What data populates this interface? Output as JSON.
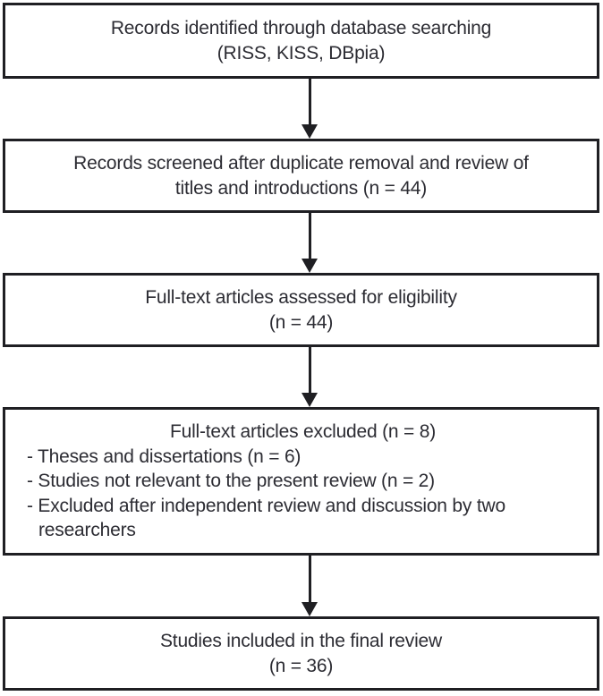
{
  "diagram": {
    "kind": "study-selection-flowchart",
    "colors": {
      "background": "#ffffff",
      "border": "#1f1f23",
      "text": "#2c2c33",
      "arrow": "#1f1f23"
    },
    "boxes": [
      {
        "id": "records-identified",
        "lines": [
          "Records identified through database searching",
          "(RISS, KISS, DBpia)"
        ]
      },
      {
        "id": "records-screened",
        "lines": [
          "Records screened after duplicate removal and review of",
          "titles and introductions (n = 44)"
        ]
      },
      {
        "id": "fulltext-assessed",
        "lines": [
          "Full-text articles assessed for eligibility",
          "(n = 44)"
        ]
      },
      {
        "id": "fulltext-excluded",
        "heading": "Full-text articles excluded (n = 8)",
        "bullets": [
          "- Theses and dissertations (n = 6)",
          "- Studies not relevant to the present review (n = 2)",
          "- Excluded after independent review and discussion by two\nresearchers"
        ]
      },
      {
        "id": "studies-included",
        "lines": [
          "Studies included in the final review",
          "(n = 36)"
        ]
      }
    ],
    "arrow_count": 4
  }
}
